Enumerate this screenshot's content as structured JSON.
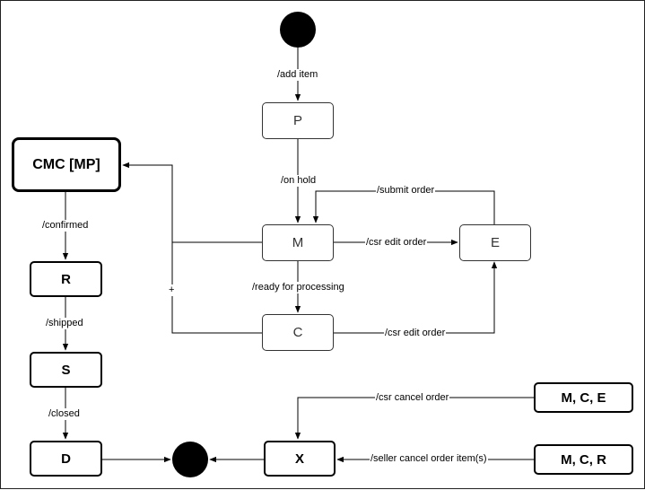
{
  "diagram": {
    "nodes": {
      "p": "P",
      "m": "M",
      "e": "E",
      "c": "C",
      "cmc": "CMC [MP]",
      "r": "R",
      "s": "S",
      "d": "D",
      "x": "X",
      "mce": "M, C, E",
      "mcr": "M, C, R"
    },
    "edges": {
      "add_item": "/add item",
      "on_hold": "/on hold",
      "submit_order": "/submit order",
      "csr_edit_order_1": "/csr edit order",
      "ready_for_processing": "/ready for processing",
      "csr_edit_order_2": "/csr edit order",
      "plus": "+",
      "confirmed": "/confirmed",
      "shipped": "/shipped",
      "closed": "/closed",
      "csr_cancel_order": "/csr cancel order",
      "seller_cancel_order_items": "/seller cancel order item(s)"
    }
  }
}
